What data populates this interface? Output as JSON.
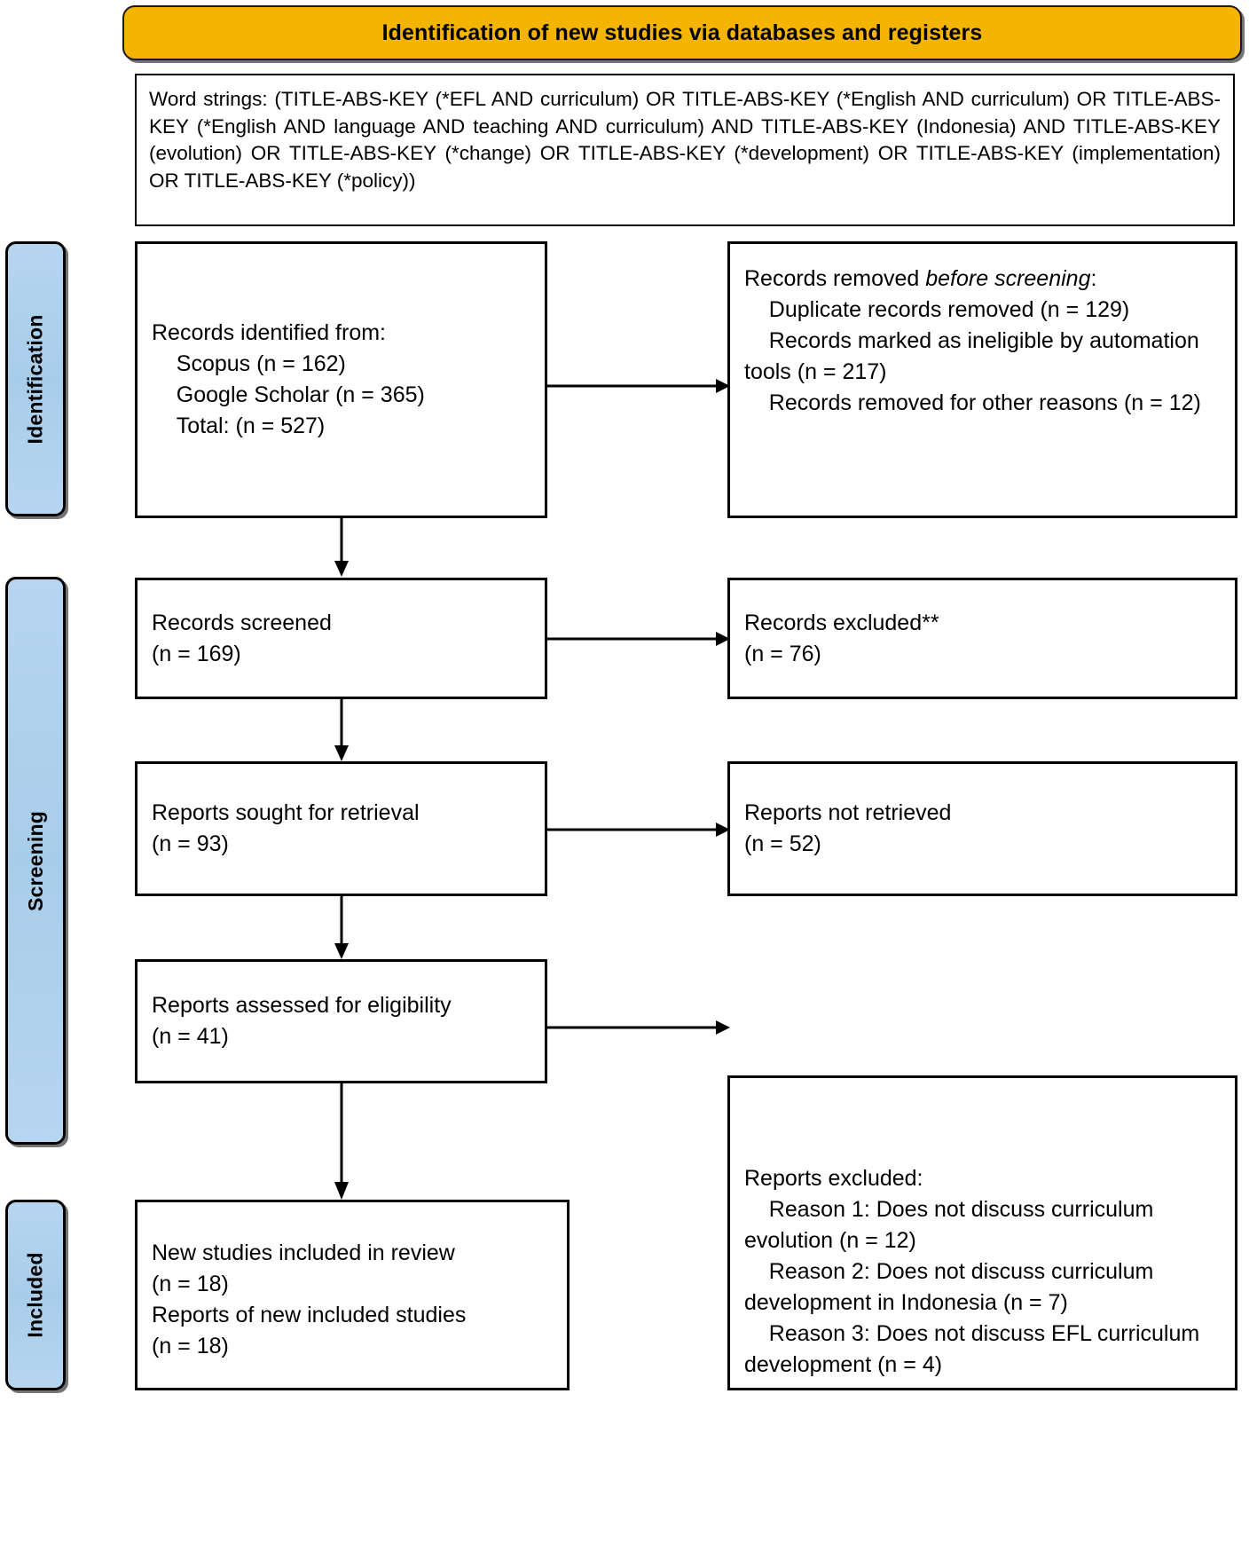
{
  "header": {
    "title": "Identification of new studies via databases and registers",
    "banner_color": "#f5b400"
  },
  "search_strategy": {
    "text": "Word strings: (TITLE-ABS-KEY (*EFL AND curriculum) OR TITLE-ABS-KEY (*English AND curriculum) OR TITLE-ABS-KEY (*English AND language AND teaching AND curriculum) AND TITLE-ABS-KEY (Indonesia) AND TITLE-ABS-KEY (evolution) OR TITLE-ABS-KEY (*change) OR TITLE-ABS-KEY (*development) OR TITLE-ABS-KEY (implementation) OR TITLE-ABS-KEY (*policy))"
  },
  "phases": {
    "identification": "Identification",
    "screening": "Screening",
    "included": "Included",
    "bar_color": "#b0d1ed"
  },
  "boxes": {
    "identified": {
      "line1": "Records identified from:",
      "line2": "    Scopus (n = 162)",
      "line3": "    Google Scholar (n = 365)",
      "line4": "    Total: (n = 527)"
    },
    "removed_before_screening": {
      "heading_plain": "Records removed ",
      "heading_italic": "before screening",
      "heading_colon": ":",
      "item1": "    Duplicate records removed (n = 129)",
      "item2": "    Records marked as ineligible by automation tools (n = 217)",
      "item3": "    Records removed for other reasons (n = 12)"
    },
    "screened": {
      "line1": "Records screened",
      "line2": "(n = 169)"
    },
    "excluded": {
      "line1": "Records excluded**",
      "line2": "(n = 76)"
    },
    "sought_for_retrieval": {
      "line1": "Reports sought for retrieval",
      "line2": "(n = 93)"
    },
    "not_retrieved": {
      "line1": "Reports not retrieved",
      "line2": "(n = 52)"
    },
    "assessed_for_eligibility": {
      "line1": "Reports assessed for eligibility",
      "line2": "(n = 41)"
    },
    "reports_excluded": {
      "heading": "Reports excluded:",
      "reason1": "    Reason 1: Does not discuss curriculum evolution (n = 12)",
      "reason2": "    Reason 2: Does not discuss curriculum development in Indonesia (n = 7)",
      "reason3": "    Reason 3: Does not discuss EFL curriculum development (n = 4)"
    },
    "new_studies_included": {
      "line1": "New studies included in review",
      "line2": "(n = 18)",
      "line3": "Reports of new included studies",
      "line4": "(n = 18)"
    }
  },
  "chart_data": {
    "type": "diagram",
    "title": "PRISMA 2020 flow diagram",
    "nodes": [
      {
        "id": "identified",
        "label": "Records identified from Scopus / Google Scholar",
        "n": 527
      },
      {
        "id": "scopus",
        "label": "Scopus",
        "n": 162
      },
      {
        "id": "google_scholar",
        "label": "Google Scholar",
        "n": 365
      },
      {
        "id": "duplicates_removed",
        "label": "Duplicate records removed",
        "n": 129
      },
      {
        "id": "ineligible_automation",
        "label": "Records marked as ineligible by automation tools",
        "n": 217
      },
      {
        "id": "removed_other",
        "label": "Records removed for other reasons",
        "n": 12
      },
      {
        "id": "screened",
        "label": "Records screened",
        "n": 169
      },
      {
        "id": "records_excluded",
        "label": "Records excluded**",
        "n": 76
      },
      {
        "id": "sought",
        "label": "Reports sought for retrieval",
        "n": 93
      },
      {
        "id": "not_retrieved",
        "label": "Reports not retrieved",
        "n": 52
      },
      {
        "id": "assessed",
        "label": "Reports assessed for eligibility",
        "n": 41
      },
      {
        "id": "excl_reason1",
        "label": "Reason 1: Does not discuss curriculum evolution",
        "n": 12
      },
      {
        "id": "excl_reason2",
        "label": "Reason 2: Does not discuss curriculum development in Indonesia",
        "n": 7
      },
      {
        "id": "excl_reason3",
        "label": "Reason 3: Does not discuss EFL curriculum development",
        "n": 4
      },
      {
        "id": "new_studies",
        "label": "New studies included in review",
        "n": 18
      },
      {
        "id": "reports_new_studies",
        "label": "Reports of new included studies",
        "n": 18
      }
    ],
    "edges": [
      {
        "from": "identified",
        "to": "duplicates_removed",
        "direction": "right"
      },
      {
        "from": "identified",
        "to": "screened",
        "direction": "down"
      },
      {
        "from": "screened",
        "to": "records_excluded",
        "direction": "right"
      },
      {
        "from": "screened",
        "to": "sought",
        "direction": "down"
      },
      {
        "from": "sought",
        "to": "not_retrieved",
        "direction": "right"
      },
      {
        "from": "sought",
        "to": "assessed",
        "direction": "down"
      },
      {
        "from": "assessed",
        "to": "excl_reason1",
        "direction": "right"
      },
      {
        "from": "assessed",
        "to": "new_studies",
        "direction": "down"
      }
    ],
    "phases": [
      "Identification",
      "Screening",
      "Included"
    ]
  }
}
